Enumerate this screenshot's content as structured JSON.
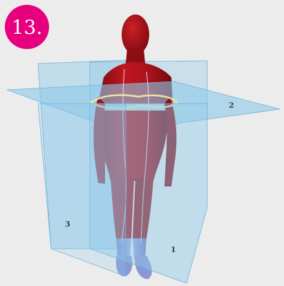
{
  "figure": {
    "number_label": "13.",
    "plane_labels": {
      "plane_1": "1",
      "plane_2": "2",
      "plane_3": "3"
    }
  },
  "colors": {
    "badge": "#e6007e",
    "body": "#b5141b",
    "legs": "#8f9bd6",
    "plane_fill": "#8ec9ea",
    "plane_stroke": "#6fb2d8",
    "section_outline": "#f1e3a0",
    "background": "#ececec"
  }
}
